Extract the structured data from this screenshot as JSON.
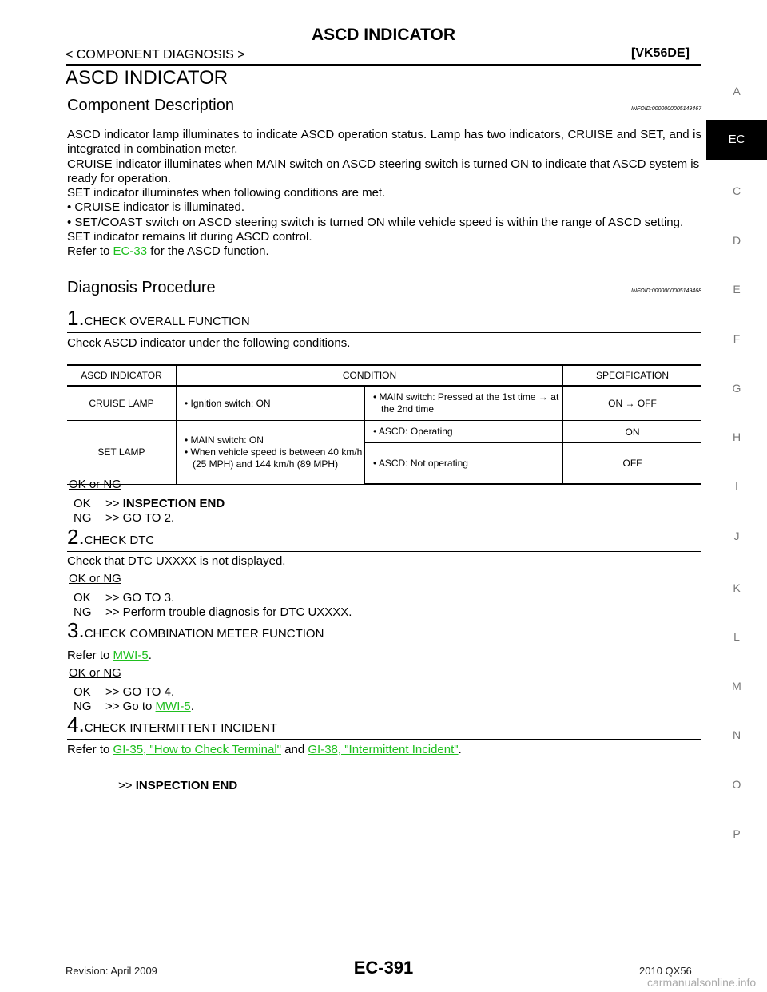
{
  "header": {
    "title": "ASCD INDICATOR",
    "section": "< COMPONENT DIAGNOSIS >",
    "model_code": "[VK56DE]"
  },
  "page_heading": "ASCD INDICATOR",
  "component_description": {
    "heading": "Component Description",
    "infoid": "INFOID:0000000005149467",
    "lines": [
      "ASCD indicator lamp illuminates to indicate ASCD operation status. Lamp has two indicators, CRUISE and SET, and is integrated in combination meter.",
      "CRUISE indicator illuminates when MAIN switch on ASCD steering switch is turned ON to indicate that ASCD system is ready for operation.",
      "SET indicator illuminates when following conditions are met.",
      "• CRUISE indicator is illuminated.",
      "• SET/COAST switch on ASCD steering switch is turned ON while vehicle speed is within the range of ASCD setting.",
      "SET indicator remains lit during ASCD control."
    ],
    "refer_prefix": "Refer to ",
    "refer_link": "EC-33",
    "refer_suffix": " for the ASCD function."
  },
  "diagnosis": {
    "heading": "Diagnosis Procedure",
    "infoid": "INFOID:0000000005149468",
    "steps": [
      {
        "num": "1.",
        "title": "CHECK OVERALL FUNCTION"
      },
      {
        "num": "2.",
        "title": "CHECK DTC"
      },
      {
        "num": "3.",
        "title": "CHECK COMBINATION METER FUNCTION"
      },
      {
        "num": "4.",
        "title": "CHECK INTERMITTENT INCIDENT"
      }
    ],
    "step1": {
      "instruction": "Check ASCD indicator under the following conditions.",
      "table": {
        "headers": [
          "ASCD INDICATOR",
          "CONDITION",
          "SPECIFICATION"
        ],
        "cruise": {
          "indicator": "CRUISE LAMP",
          "condition": "• Ignition switch: ON",
          "sub_condition": "• MAIN switch: Pressed at the 1st time → at the 2nd time",
          "spec": "ON → OFF"
        },
        "set": {
          "indicator": "SET LAMP",
          "condition_1": "• MAIN switch: ON",
          "condition_2": "• When vehicle speed is between 40 km/h (25 MPH) and 144 km/h (89 MPH)",
          "sub_condition_1": "• ASCD: Operating",
          "spec_1": "ON",
          "sub_condition_2": "• ASCD: Not operating",
          "spec_2": "OFF"
        }
      },
      "okng_label": "OK or NG",
      "ok_key": "OK",
      "ok_arrow": ">>",
      "ok_text": "INSPECTION END",
      "ng_key": "NG",
      "ng_text": ">> GO TO 2."
    },
    "step2": {
      "instruction": "Check that DTC UXXXX is not displayed.",
      "okng_label": "OK or NG",
      "ok_key": "OK",
      "ok_text": ">> GO TO 3.",
      "ng_key": "NG",
      "ng_text": ">> Perform trouble diagnosis for DTC UXXXX."
    },
    "step3": {
      "instruction_prefix": "Refer to ",
      "link": "MWI-5",
      "instruction_suffix": ".",
      "okng_label": "OK or NG",
      "ok_key": "OK",
      "ok_text": ">> GO TO 4.",
      "ng_key": "NG",
      "ng_prefix": ">> Go to ",
      "ng_link": "MWI-5",
      "ng_suffix": "."
    },
    "step4": {
      "instruction_prefix": "Refer to ",
      "link1": "GI-35, \"How to Check Terminal\"",
      "mid": " and ",
      "link2": "GI-38, \"Intermittent Incident\"",
      "suffix": ".",
      "end_arrow": ">>",
      "end_text": "INSPECTION END"
    }
  },
  "side_nav": {
    "letters": [
      "A",
      "EC",
      "C",
      "D",
      "E",
      "F",
      "G",
      "H",
      "I",
      "J",
      "K",
      "L",
      "M",
      "N",
      "O",
      "P"
    ],
    "active": "EC"
  },
  "footer": {
    "revision": "Revision: April 2009",
    "page": "EC-391",
    "model": "2010 QX56",
    "watermark": "carmanualsonline.info"
  }
}
